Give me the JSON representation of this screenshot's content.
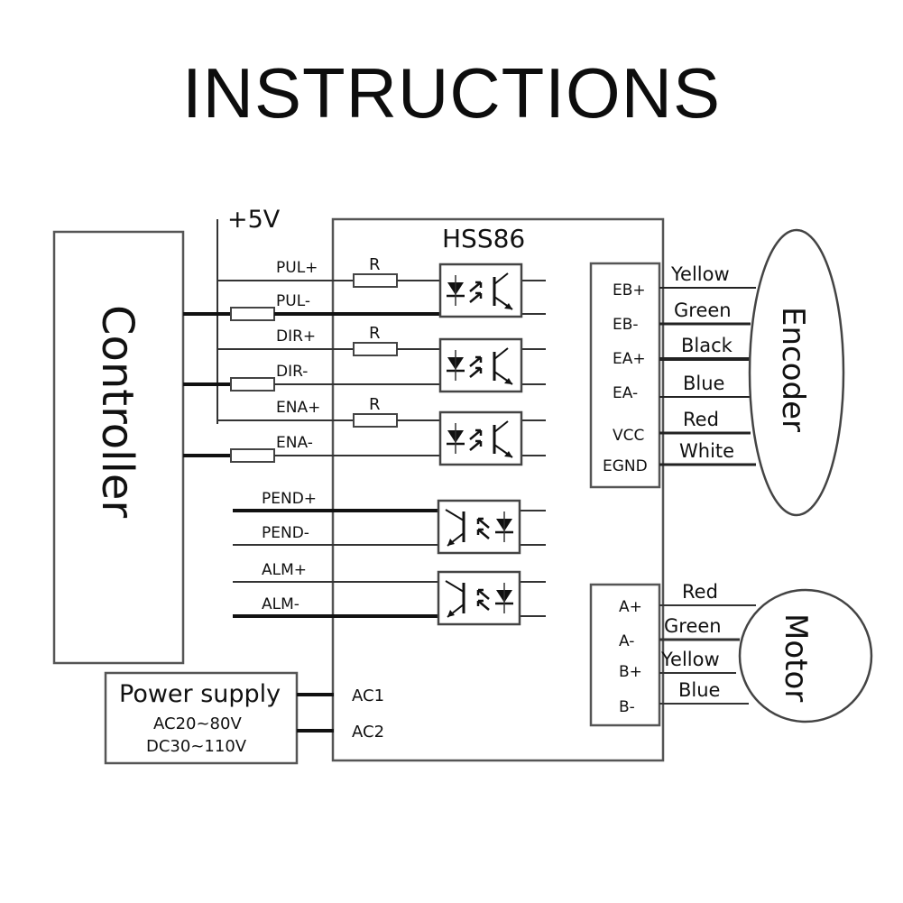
{
  "title": "INSTRUCTIONS",
  "supply_label": "+5V",
  "driver": {
    "name": "HSS86"
  },
  "controller": {
    "label": "Controller"
  },
  "resistor_label": "R",
  "control_signals": [
    {
      "label": "PUL+"
    },
    {
      "label": "PUL-"
    },
    {
      "label": "DIR+"
    },
    {
      "label": "DIR-"
    },
    {
      "label": "ENA+"
    },
    {
      "label": "ENA-"
    }
  ],
  "output_signals": [
    {
      "label": "PEND+"
    },
    {
      "label": "PEND-"
    },
    {
      "label": "ALM+"
    },
    {
      "label": "ALM-"
    }
  ],
  "encoder": {
    "label": "Encoder",
    "pins": [
      {
        "pin": "EB+",
        "wire": "Yellow"
      },
      {
        "pin": "EB-",
        "wire": "Green"
      },
      {
        "pin": "EA+",
        "wire": "Black"
      },
      {
        "pin": "EA-",
        "wire": "Blue"
      },
      {
        "pin": "VCC",
        "wire": "Red"
      },
      {
        "pin": "EGND",
        "wire": "White"
      }
    ]
  },
  "motor": {
    "label": "Motor",
    "pins": [
      {
        "pin": "A+",
        "wire": "Red"
      },
      {
        "pin": "A-",
        "wire": "Green"
      },
      {
        "pin": "B+",
        "wire": "Yellow"
      },
      {
        "pin": "B-",
        "wire": "Blue"
      }
    ]
  },
  "power_supply": {
    "label": "Power supply",
    "ac_range": "AC20~80V",
    "dc_range": "DC30~110V",
    "terminals": [
      {
        "label": "AC1"
      },
      {
        "label": "AC2"
      }
    ]
  }
}
